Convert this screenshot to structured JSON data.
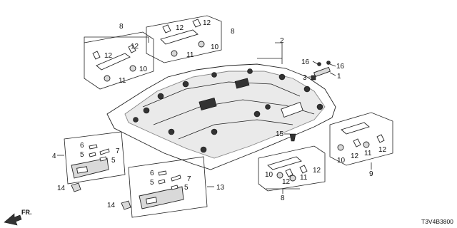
{
  "callouts": {
    "headliner": "2",
    "handle_group_left": "8",
    "handle_group_top": "8",
    "handle_group_bottom": "8",
    "visor_left": "4",
    "visor_right": "13",
    "handle_group_right": "9",
    "clip_1": "1",
    "clip_3": "3",
    "clip_15": "15",
    "clip_16a": "16",
    "clip_16b": "16",
    "handle_left_12a": "12",
    "handle_left_12b": "12",
    "handle_left_10": "10",
    "handle_left_11": "11",
    "handle_top_12a": "12",
    "handle_top_12b": "12",
    "handle_top_10": "10",
    "handle_top_11": "11",
    "visor_left_6": "6",
    "visor_left_5a": "5",
    "visor_left_5b": "5",
    "visor_left_7": "7",
    "visor_left_14": "14",
    "visor_right_6": "6",
    "visor_right_5a": "5",
    "visor_right_5b": "5",
    "visor_right_7": "7",
    "visor_right_14": "14",
    "handle_bottom_10": "10",
    "handle_bottom_11": "11",
    "handle_bottom_12a": "12",
    "handle_bottom_12b": "12",
    "handle_right_10": "10",
    "handle_right_11": "11",
    "handle_right_12a": "12",
    "handle_right_12b": "12"
  },
  "direction_label": "FR.",
  "diagram_code": "T3V4B3800"
}
